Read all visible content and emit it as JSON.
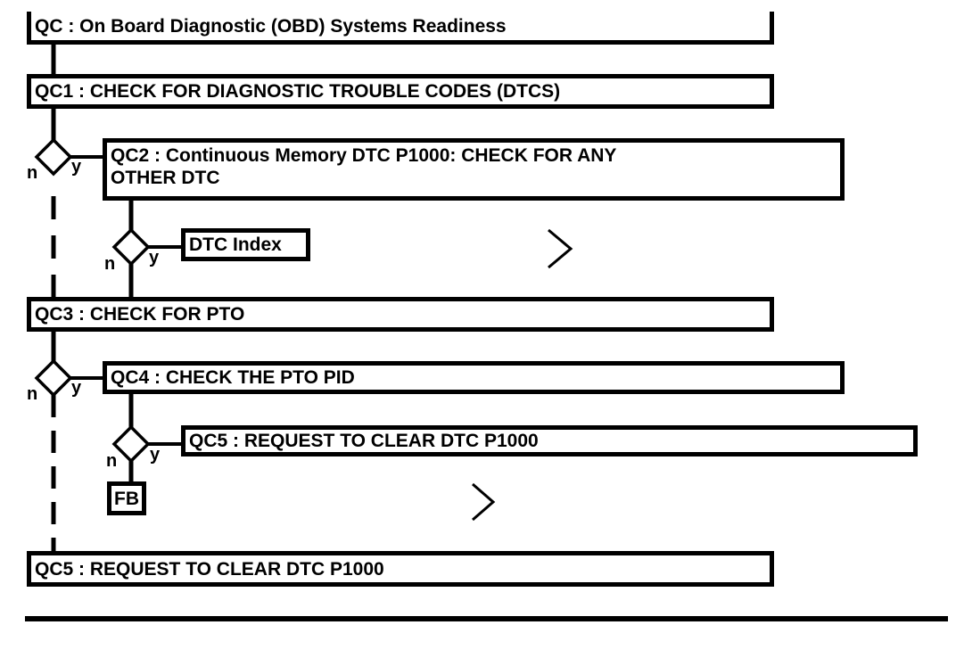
{
  "diagram": {
    "nodes": {
      "qc": "QC : On Board Diagnostic (OBD) Systems Readiness",
      "qc1": "QC1 : CHECK FOR DIAGNOSTIC TROUBLE CODES (DTCS)",
      "qc2": "QC2 : Continuous Memory DTC P1000: CHECK FOR ANY\nOTHER DTC",
      "dtc_index": "DTC Index",
      "qc3": "QC3 : CHECK FOR PTO",
      "qc4": "QC4 : CHECK THE PTO PID",
      "qc5_branch": "QC5 : REQUEST TO CLEAR DTC P1000",
      "fb": "FB",
      "qc5_final": "QC5 : REQUEST TO CLEAR DTC P1000"
    },
    "decision": {
      "no": "n",
      "yes": "y"
    },
    "colors": {
      "line": "#000000",
      "background": "#ffffff",
      "text": "#000000"
    }
  }
}
